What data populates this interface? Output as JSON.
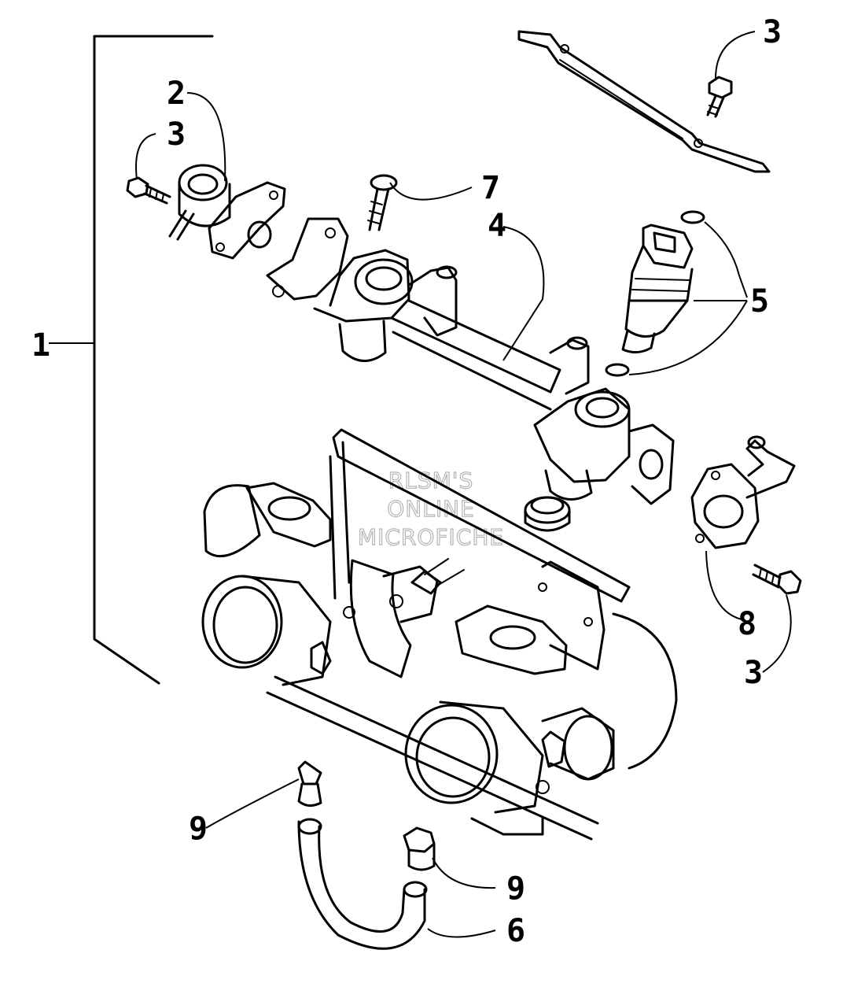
{
  "watermark": [
    "RLSM'S",
    "ONLINE",
    "MICROFICHE"
  ],
  "callouts": {
    "assembly": "1",
    "regulator": "2",
    "bolt_regulator": "3",
    "bolt_bracket": "3",
    "bolt_sensor": "3",
    "fuel_rail": "4",
    "injector": "5",
    "hose": "6",
    "screw": "7",
    "sensor": "8",
    "clamp_upper": "9",
    "clamp_lower": "9"
  }
}
